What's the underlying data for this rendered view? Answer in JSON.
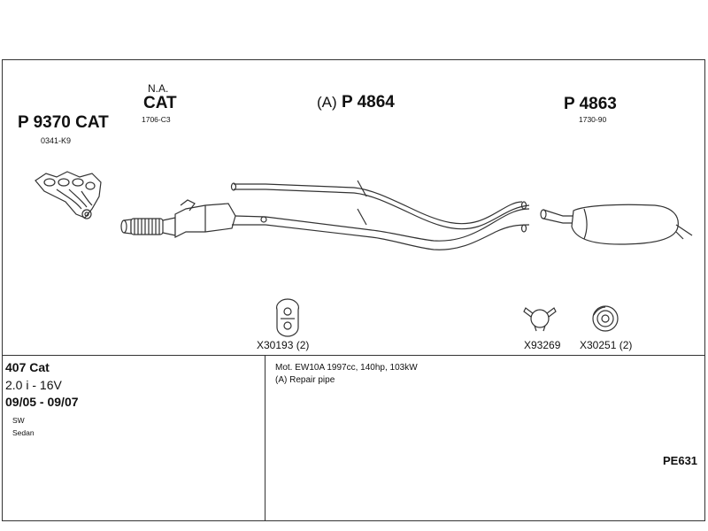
{
  "parts": {
    "manifold": {
      "code": "P 9370 CAT",
      "ref": "0341-K9"
    },
    "cat": {
      "note": "N.A.",
      "code": "CAT",
      "ref": "1706-C3"
    },
    "middle": {
      "prefix": "(A)",
      "code": "P 4864"
    },
    "rear": {
      "code": "P 4863",
      "ref": "1730-90"
    }
  },
  "accessories": [
    {
      "label": "X30193 (2)",
      "icon": "rubber-hanger-icon"
    },
    {
      "label": "X93269",
      "icon": "clamp-icon"
    },
    {
      "label": "X30251 (2)",
      "icon": "ring-mount-icon"
    }
  ],
  "vehicle": {
    "model": "407 Cat",
    "engine": "2.0 i - 16V",
    "years": "09/05 - 09/07",
    "bodies": [
      "SW",
      "Sedan"
    ]
  },
  "notes": {
    "motor": "Mot. EW10A 1997cc, 140hp, 103kW",
    "repair": "(A) Repair pipe"
  },
  "diagram_code": "PE631"
}
